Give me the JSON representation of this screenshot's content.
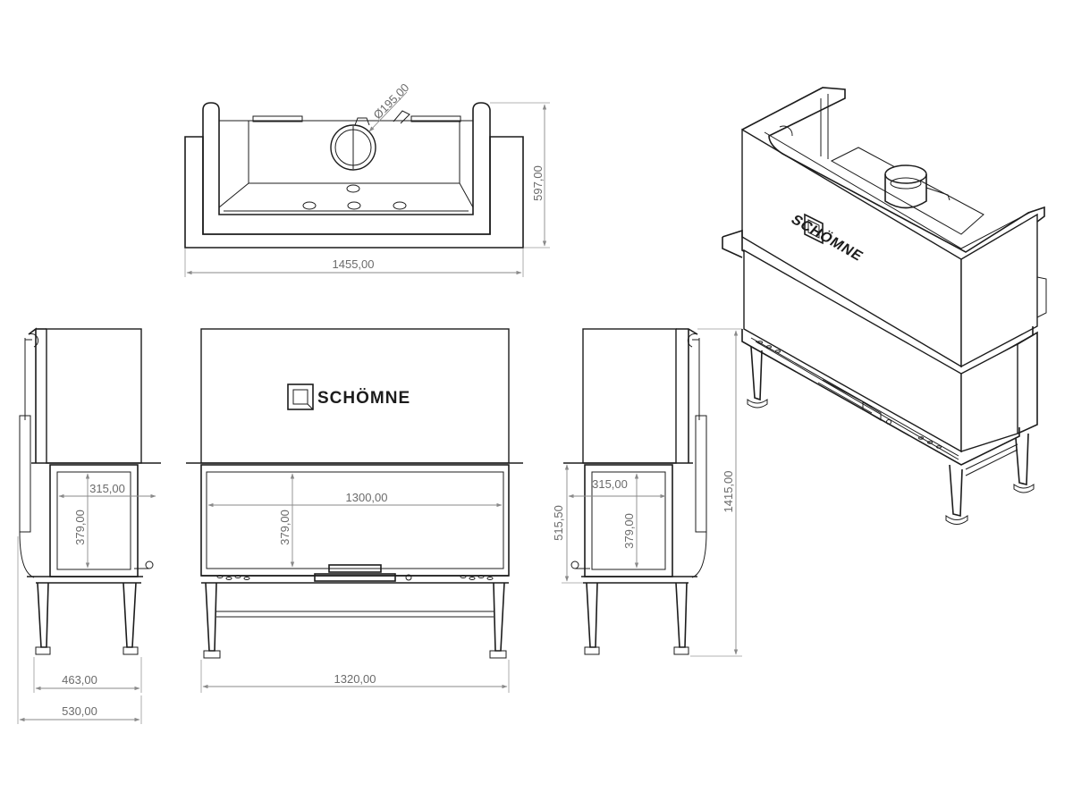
{
  "brand": {
    "name": "SCHÖMNE"
  },
  "top_view": {
    "width": "1455,00",
    "depth": "597,00",
    "flue": "Ø195,00"
  },
  "left_view": {
    "inner_depth": "315,00",
    "opening_height": "379,00",
    "depth": "463,00",
    "total_depth": "530,00"
  },
  "front_view": {
    "opening_width": "1300,00",
    "opening_height": "379,00",
    "width": "1320,00"
  },
  "right_view": {
    "inner_depth": "315,00",
    "opening_height": "379,00",
    "bottom_height": "515,50",
    "total_height": "1415,00"
  },
  "colors": {
    "line": "#1c1c1c",
    "dimension": "#8a8a8a",
    "text": "#6b6b6b",
    "background": "#ffffff"
  }
}
